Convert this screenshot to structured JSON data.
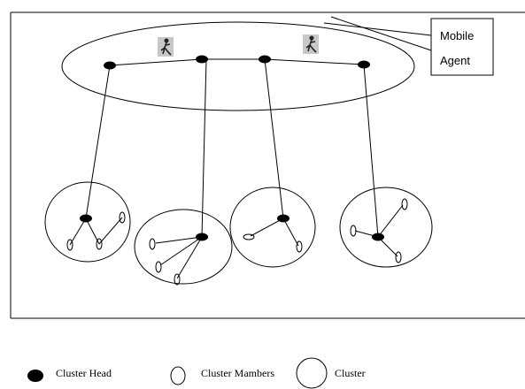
{
  "callout": {
    "line1": "Mobile",
    "line2": "Agent"
  },
  "legend": {
    "cluster_head": "Cluster Head",
    "cluster_members": "Cluster Mambers",
    "cluster": "Cluster"
  },
  "icons": {
    "agent": "mobile-agent-figure-icon"
  },
  "colors": {
    "line": "#000000",
    "agent_icon_bg": "#c8c8c8"
  }
}
